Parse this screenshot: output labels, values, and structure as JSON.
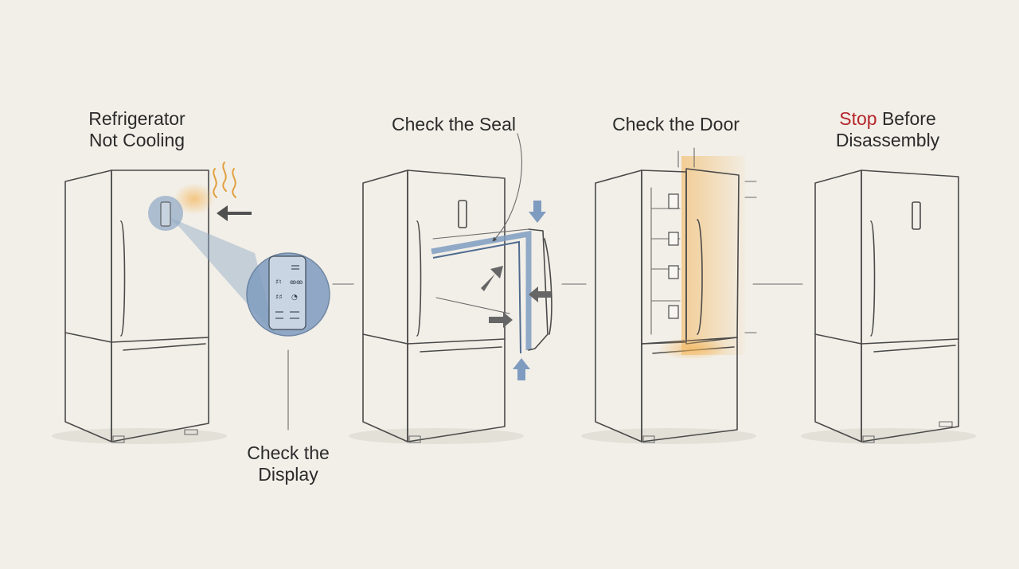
{
  "title": "",
  "steps": [
    {
      "id": "not-cooling",
      "lines": [
        "Refrigerator",
        "Not Cooling"
      ]
    },
    {
      "id": "display",
      "lines": [
        "Check the",
        "Display"
      ]
    },
    {
      "id": "seal",
      "lines": [
        "Check the Seal"
      ]
    },
    {
      "id": "door",
      "lines": [
        "Check the Door"
      ]
    },
    {
      "id": "stop",
      "stop_word": "Stop",
      "lines": [
        "Before",
        "Disassembly"
      ]
    }
  ],
  "colors": {
    "background": "#f2efe8",
    "ink": "#4a4a4a",
    "accent_blue": "#6f8fb5",
    "accent_orange": "#f2b45a",
    "stop_red": "#b5262a"
  },
  "icons": [
    "refrigerator-icon",
    "heat-waves-icon",
    "arrow-icon",
    "magnifier-icon",
    "control-panel-icon"
  ]
}
